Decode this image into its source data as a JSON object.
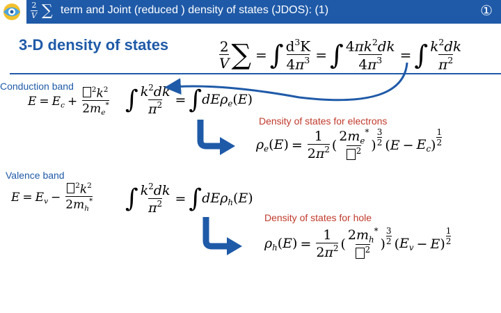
{
  "header": {
    "frac_num": "2",
    "frac_den": "V",
    "sigma": "∑",
    "title": "term and Joint (reduced ) density of states (JDOS): (1)",
    "number": "①"
  },
  "section_title": "3-D density of states",
  "labels": {
    "conduction": "Conduction band",
    "valence": "Valence band",
    "dos_electrons": "Density of states for electrons",
    "dos_hole": "Density of states for hole"
  },
  "icons": {
    "logo": "logo-icon",
    "arrow_curved": "curved-arrow-icon",
    "arrow_down": "down-right-arrow-icon"
  },
  "colors": {
    "accent": "#1f5aa8",
    "label_red": "#c0392b",
    "logo_yellow": "#f2c12e",
    "logo_blue": "#4aa3df"
  }
}
